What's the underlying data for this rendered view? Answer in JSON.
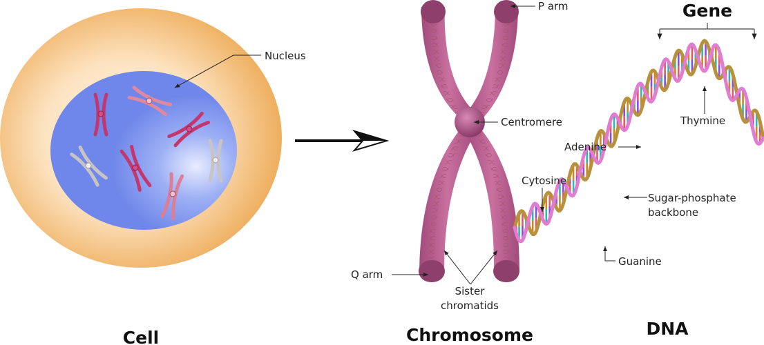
{
  "diagram": {
    "titles": {
      "cell": "Cell",
      "chromosome": "Chromosome",
      "dna": "DNA",
      "gene": "Gene"
    },
    "labels": {
      "nucleus": "Nucleus",
      "p_arm": "P arm",
      "centromere": "Centromere",
      "q_arm": "Q arm",
      "sister_chromatids_line1": "Sister",
      "sister_chromatids_line2": "chromatids",
      "cytosine": "Cytosine",
      "adenine": "Adenine",
      "thymine": "Thymine",
      "guanine": "Guanine",
      "backbone_line1": "Sugar-phosphate",
      "backbone_line2": "backbone"
    },
    "colors": {
      "cytoplasm": "#f0b466",
      "cytoplasm_light": "#fde9cc",
      "nucleus": "#6f87ea",
      "chromosome": "#b25a8c",
      "chromosome_dark": "#8a3a68",
      "strand_pink": "#e07dd0",
      "strand_gold": "#b8913a",
      "base_red": "#e05a6a",
      "base_teal": "#2fb8b0",
      "base_purple": "#8a4be8",
      "base_orange": "#c88a20"
    }
  }
}
